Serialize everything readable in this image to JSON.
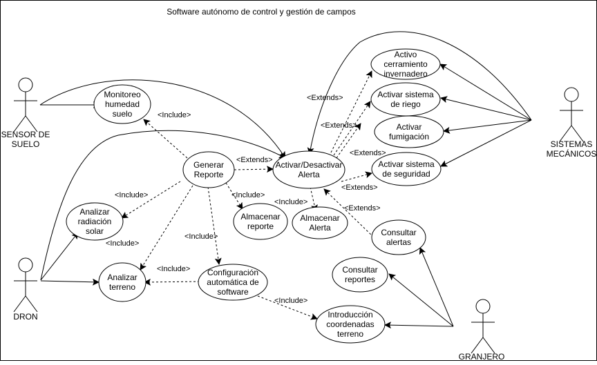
{
  "title": "Software autónomo de control y gestión de campos",
  "actors": [
    {
      "id": "sensor",
      "lines": [
        "SENSOR DE",
        "SUELO"
      ]
    },
    {
      "id": "dron",
      "lines": [
        "DRON"
      ]
    },
    {
      "id": "sistemas",
      "lines": [
        "SISTEMAS",
        "MECÁNICOS"
      ]
    },
    {
      "id": "granjero",
      "lines": [
        "GRANJERO"
      ]
    }
  ],
  "use_cases": [
    {
      "id": "monitoreo",
      "lines": [
        "Monitoreo",
        "humedad",
        "suelo"
      ]
    },
    {
      "id": "generar",
      "lines": [
        "Generar",
        "Reporte"
      ]
    },
    {
      "id": "activar_alerta",
      "lines": [
        "Activar/Desactivar",
        "Alerta"
      ]
    },
    {
      "id": "cerramiento",
      "lines": [
        "Activo",
        "cerramiento",
        "invernadero"
      ]
    },
    {
      "id": "riego",
      "lines": [
        "Activar sistema",
        "de riego"
      ]
    },
    {
      "id": "fumigacion",
      "lines": [
        "Activar",
        "fumigación"
      ]
    },
    {
      "id": "seguridad",
      "lines": [
        "Activar sistema",
        "de seguridad"
      ]
    },
    {
      "id": "radiacion",
      "lines": [
        "Analizar",
        "radiación",
        "solar"
      ]
    },
    {
      "id": "alm_reporte",
      "lines": [
        "Almacenar",
        "reporte"
      ]
    },
    {
      "id": "alm_alerta",
      "lines": [
        "Almacenar",
        "Alerta"
      ]
    },
    {
      "id": "consultar_alertas",
      "lines": [
        "Consultar",
        "alertas"
      ]
    },
    {
      "id": "consultar_reportes",
      "lines": [
        "Consultar",
        "reportes"
      ]
    },
    {
      "id": "terreno",
      "lines": [
        "Analizar",
        "terreno"
      ]
    },
    {
      "id": "config",
      "lines": [
        "Configuración",
        "automática de",
        "software"
      ]
    },
    {
      "id": "coordenadas",
      "lines": [
        "Introducción",
        "coordenadas",
        "terreno"
      ]
    }
  ],
  "relation_labels": {
    "include": "<Include>",
    "extends": "<Extends>"
  }
}
